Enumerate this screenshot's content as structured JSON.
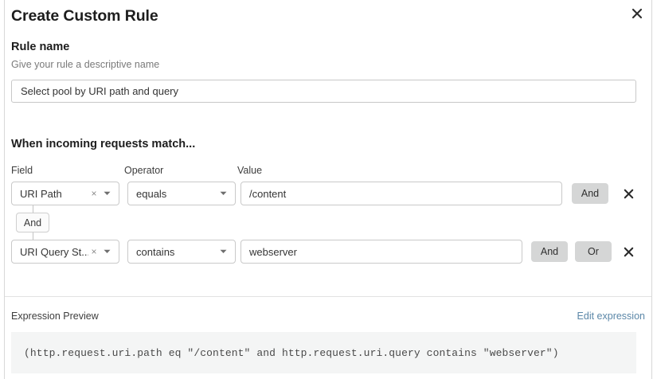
{
  "dialog": {
    "title": "Create Custom Rule",
    "close_icon": "close-icon"
  },
  "rule_name": {
    "label": "Rule name",
    "hint": "Give your rule a descriptive name",
    "value": "Select pool by URI path and query",
    "placeholder": "Select pool by URI path and query"
  },
  "conditions": {
    "heading": "When incoming requests match...",
    "columns": {
      "field": "Field",
      "operator": "Operator",
      "value": "Value"
    },
    "connector": {
      "label": "And"
    },
    "rows": [
      {
        "field": "URI Path",
        "operator": "equals",
        "value": "/content",
        "clear_icon": "close-small-icon",
        "caret_icon": "chevron-down-icon",
        "and_label": "And",
        "delete_icon": "close-icon"
      },
      {
        "field": "URI Query St...",
        "operator": "contains",
        "value": "webserver",
        "clear_icon": "close-small-icon",
        "caret_icon": "chevron-down-icon",
        "and_label": "And",
        "or_label": "Or",
        "delete_icon": "close-icon"
      }
    ]
  },
  "expression_preview": {
    "label": "Expression Preview",
    "edit_link": "Edit expression",
    "code": "(http.request.uri.path eq \"/content\" and http.request.uri.query contains \"webserver\")"
  },
  "colors": {
    "accent_link": "#5b87a8",
    "pill_background": "#d5d6d6",
    "code_background": "#f4f5f5",
    "border": "#c9c9c9"
  }
}
